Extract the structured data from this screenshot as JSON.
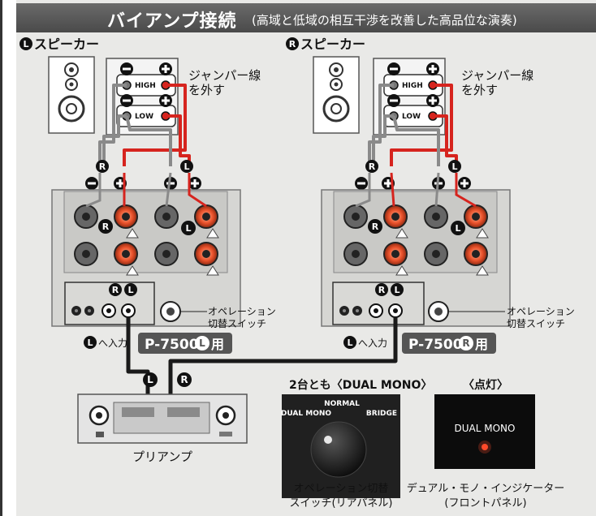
{
  "header": {
    "title": "バイアンプ接続",
    "subtitle": "(高域と低域の相互干渉を改善した高品位な演奏)"
  },
  "channel_marks": {
    "L": "L",
    "R": "R",
    "minus": "−",
    "plus": "+"
  },
  "left_speaker": {
    "title": "スピーカー",
    "high": "HIGH",
    "low": "LOW",
    "jumper": [
      "ジャンパー線",
      "を外す"
    ]
  },
  "right_speaker": {
    "title": "スピーカー",
    "high": "HIGH",
    "low": "LOW",
    "jumper": [
      "ジャンパー線",
      "を外す"
    ]
  },
  "left_amp": {
    "input_label": "へ入力",
    "switch_label": [
      "オペレーション",
      "切替スイッチ"
    ],
    "model": "P-7500",
    "model_suffix": "用"
  },
  "right_amp": {
    "input_label": "へ入力",
    "switch_label": [
      "オペレーション",
      "切替スイッチ"
    ],
    "model": "P-7500",
    "model_suffix": "用"
  },
  "preamp": {
    "caption": "プリアンプ"
  },
  "knob_photo": {
    "heading": "2台とも〈DUAL MONO〉",
    "options": {
      "left": "DUAL MONO",
      "center": "NORMAL",
      "right": "BRIDGE"
    },
    "caption": [
      "オペレーション切替",
      "スイッチ(リアパネル)"
    ]
  },
  "indicator_photo": {
    "heading": "〈点灯〉",
    "display": "DUAL MONO",
    "caption": [
      "デュアル・モノ・インジケーター",
      "(フロントパネル)"
    ]
  },
  "colors": {
    "red": "#d6241e",
    "gray": "#8a8a8a",
    "black": "#1a1a1a",
    "header": "#555555"
  }
}
